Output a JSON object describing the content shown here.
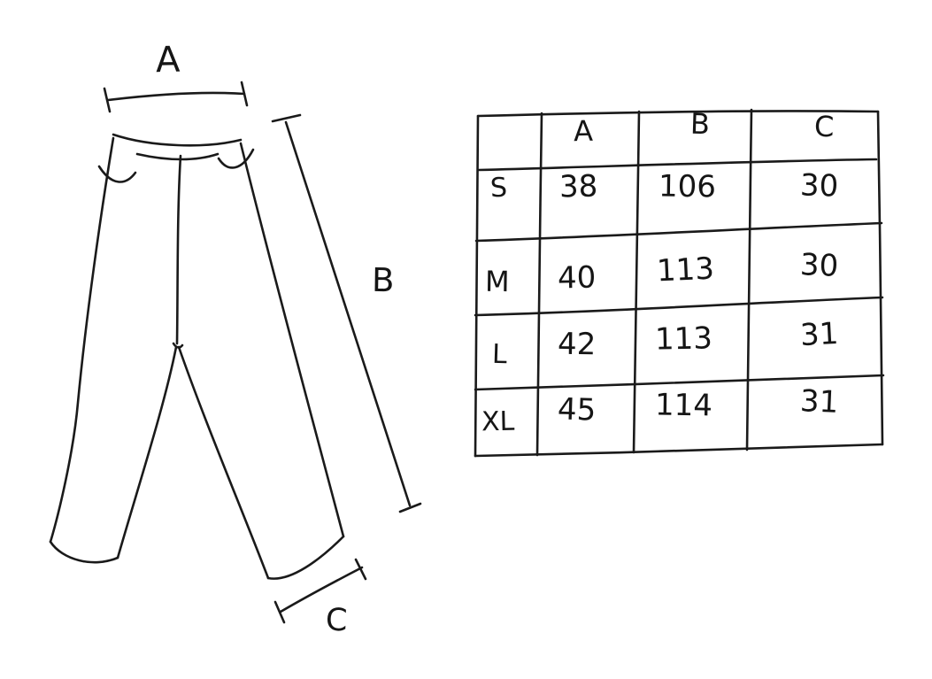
{
  "diagram": {
    "description_labels": {
      "a": "A",
      "b": "B",
      "c": "C"
    }
  },
  "size_table": {
    "columns": [
      "A",
      "B",
      "C"
    ],
    "rows": [
      {
        "size": "S",
        "values": [
          "38",
          "106",
          "30"
        ]
      },
      {
        "size": "M",
        "values": [
          "40",
          "113",
          "30"
        ]
      },
      {
        "size": "L",
        "values": [
          "42",
          "113",
          "31"
        ]
      },
      {
        "size": "XL",
        "values": [
          "45",
          "114",
          "31"
        ]
      }
    ]
  },
  "chart_data": {
    "type": "table",
    "title": "",
    "columns": [
      "",
      "A",
      "B",
      "C"
    ],
    "rows": [
      [
        "S",
        38,
        106,
        30
      ],
      [
        "M",
        40,
        113,
        30
      ],
      [
        "L",
        42,
        113,
        31
      ],
      [
        "XL",
        45,
        114,
        31
      ]
    ]
  },
  "ink_color": "#1a1a1a"
}
